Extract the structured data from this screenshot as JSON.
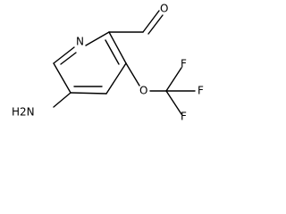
{
  "atoms": {
    "ring_nitrogen": "N",
    "aldehyde_oxygen": "O",
    "ether_oxygen": "O",
    "amine": "H2N",
    "fluorine_top": "F",
    "fluorine_right": "F",
    "fluorine_bottom": "F"
  }
}
